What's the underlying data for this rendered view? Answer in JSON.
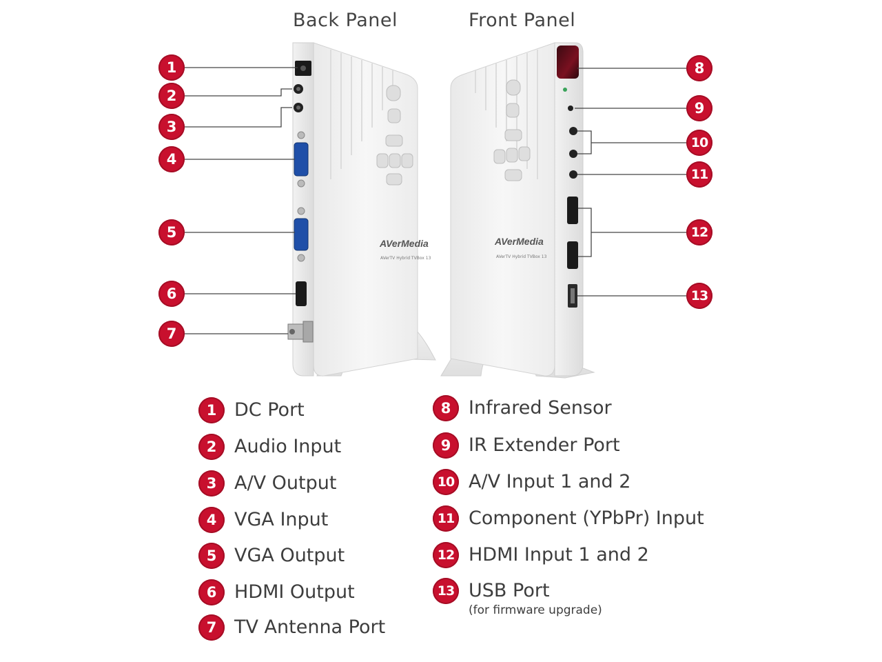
{
  "panels": {
    "back_title": "Back Panel",
    "front_title": "Front Panel"
  },
  "device": {
    "brand": "AVerMedia",
    "model": "AVerTV Hybrid TVBox 13"
  },
  "colors": {
    "badge": "#c8102e",
    "device_body": "#f4f4f4",
    "vga_port": "#1f4fa8",
    "ir_window": "#7a1020"
  },
  "callouts": [
    "1",
    "2",
    "3",
    "4",
    "5",
    "6",
    "7",
    "8",
    "9",
    "10",
    "11",
    "12",
    "13"
  ],
  "legend": [
    {
      "num": "1",
      "label": "DC Port"
    },
    {
      "num": "2",
      "label": "Audio Input"
    },
    {
      "num": "3",
      "label": "A/V Output"
    },
    {
      "num": "4",
      "label": "VGA Input"
    },
    {
      "num": "5",
      "label": "VGA Output"
    },
    {
      "num": "6",
      "label": "HDMI Output"
    },
    {
      "num": "7",
      "label": "TV Antenna Port"
    },
    {
      "num": "8",
      "label": "Infrared Sensor"
    },
    {
      "num": "9",
      "label": "IR Extender Port"
    },
    {
      "num": "10",
      "label": "A/V Input 1 and 2"
    },
    {
      "num": "11",
      "label": "Component (YPbPr) Input"
    },
    {
      "num": "12",
      "label": "HDMI Input 1 and 2"
    },
    {
      "num": "13",
      "label": "USB Port",
      "sublabel": "(for firmware upgrade)"
    }
  ]
}
